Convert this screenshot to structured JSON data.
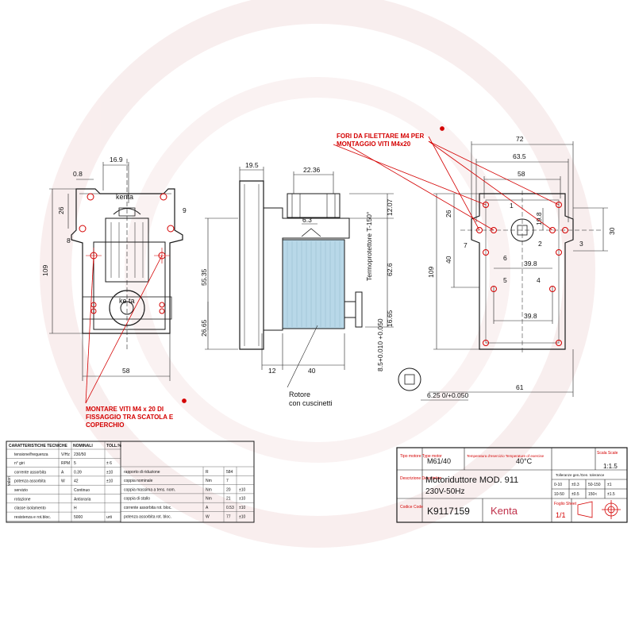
{
  "colors": {
    "line": "#1a1a1a",
    "dimension": "#222222",
    "accent": "#d40000",
    "coil": "#b8d8e8",
    "watermark": "#f3dede"
  },
  "front_view": {
    "dims": {
      "top_offset": "16.9",
      "edge": "0.8",
      "height_left": "26",
      "total_height": "109",
      "width": "58"
    },
    "brand_label": "kenta",
    "hub_label": "ke ta",
    "callouts": {
      "c8": "8",
      "c9": "9"
    }
  },
  "side_view": {
    "dims": {
      "flange": "19.5",
      "top_width": "22.36",
      "shaft": "6.3",
      "top_h": "12.07",
      "height_a": "55.35",
      "height_b": "62.6",
      "height_c": "26.65",
      "height_d": "16.65",
      "shaft_dia": "8.5+0.010 +0.050",
      "base_a": "12",
      "base_b": "40"
    },
    "thermal_label": "Termoprotettore T-150°",
    "rotor_label_1": "Rotore",
    "rotor_label_2": "con cuscinetti"
  },
  "right_view": {
    "dims": {
      "w72": "72",
      "w63": "63.5",
      "w58": "58",
      "h26": "26",
      "h19": "19.8",
      "h40": "40",
      "h109": "109",
      "r30": "30",
      "w39a": "39.8",
      "w39b": "39.8",
      "w61": "61",
      "shaft": "6.25 0/+0.050"
    },
    "callouts": {
      "c1": "1",
      "c2": "2",
      "c3": "3",
      "c4": "4",
      "c5": "5",
      "c6": "6",
      "c7": "7"
    },
    "note_line1": "FORI DA FILETTARE M4 PER",
    "note_line2": "MONTAGGIO VITI M4x20"
  },
  "mount_note": {
    "line1": "MONTARE VITI M4 x 20 DI",
    "line2": "FISSAGGIO TRA SCATOLA E",
    "line3": "COPERCHIO"
  },
  "spec_table": {
    "header": {
      "title": "CARATTERISTICHE TECNICHE",
      "nominal": "NOMINALI",
      "tol": "TOLL.%"
    },
    "rows_left": [
      {
        "label": "tensione/frequenza",
        "unit": "V/Hz",
        "value": "230/50",
        "tol": ""
      },
      {
        "label": "n° giri",
        "unit": "RPM",
        "value": "5",
        "tol": "± 6"
      },
      {
        "label": "corrente assorbita",
        "unit": "A",
        "value": "0.39",
        "tol": "±10"
      },
      {
        "label": "potenza assorbita",
        "unit": "W",
        "value": "42",
        "tol": "±10"
      },
      {
        "label": "servizio",
        "unit": "",
        "value": "Continuo",
        "tol": ""
      },
      {
        "label": "rotazione",
        "unit": "",
        "value": "Antioraria",
        "tol": ""
      },
      {
        "label": "classe isolamento",
        "unit": "",
        "value": "H",
        "tol": ""
      },
      {
        "label": "resistenza e rot.bloc.",
        "unit": "",
        "value": "5000",
        "tol": "urti"
      }
    ],
    "side_label": "valori",
    "rows_right": [
      {
        "label": "rapporto di riduzione",
        "unit": "R",
        "value": "584",
        "tol": ""
      },
      {
        "label": "coppia nominale",
        "unit": "Nm",
        "value": "7",
        "tol": ""
      },
      {
        "label": "coppia massima a tens. nom.",
        "unit": "Nm",
        "value": "20",
        "tol": "±10"
      },
      {
        "label": "coppia di stallo",
        "unit": "Nm",
        "value": "21",
        "tol": "±10"
      },
      {
        "label": "corrente assorbita rot. bloc.",
        "unit": "A",
        "value": "0.53",
        "tol": "±10"
      },
      {
        "label": "potenza assorbita rot. bloc.",
        "unit": "W",
        "value": "77",
        "tol": "±10"
      }
    ]
  },
  "title_block": {
    "type_label": "Tipo motore Type motor",
    "type_value": "M61/40",
    "temp_label": "Temperatura d'esercizio Temperature of exercise",
    "temp_value": "40°C",
    "scale_label": "Scala Scale",
    "scale_value": "1:1.5",
    "desc_label": "Descrizione Description",
    "desc_line1": "Motoriduttore MOD. 911",
    "desc_line2": "230V-50Hz",
    "code_label": "Codice Code",
    "code_value": "K9117159",
    "brand": "Kenta",
    "sheet_label": "Foglio Sheet",
    "sheet_value": "1/1",
    "tol_header": "Tolleranze gen./Gen. tolerance",
    "tol_cells": [
      "0-10",
      "±0.3",
      "50-150",
      "±1",
      "10-50",
      "±0.5",
      "150<",
      "±1.5"
    ]
  }
}
